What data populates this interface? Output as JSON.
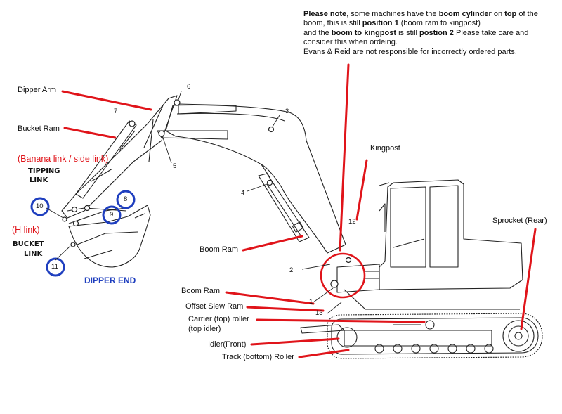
{
  "note": {
    "l1a": "Please note",
    "l1b": ", some machines have the ",
    "l1c": "boom cylinder",
    "l1d": " on ",
    "l1e": "top",
    "l1f": " of the",
    "l2a": "boom, this is still ",
    "l2b": "position 1",
    "l2c": " (boom ram to kingpost)",
    "l3a": "and the ",
    "l3b": "boom to kingpost",
    "l3c": " is still ",
    "l3d": "postion 2",
    "l3e": " Please take care and",
    "l4": "consider this when ordeing.",
    "l5": "Evans & Reid are not responsible for incorrectly ordered parts."
  },
  "labels": {
    "dipper_arm": "Dipper Arm",
    "bucket_ram": "Bucket Ram",
    "banana_link": "(Banana link / side link)",
    "tipping_link_1": "TIPPING",
    "tipping_link_2": "LINK",
    "h_link": "(H link)",
    "bucket_link_1": "BUCKET",
    "bucket_link_2": "LINK",
    "dipper_end": "DIPPER END",
    "kingpost": "Kingpost",
    "boom_ram_upper": "Boom Ram",
    "boom_ram_lower": "Boom Ram",
    "offset_slew_ram": "Offset Slew Ram",
    "carrier_roller_1": "Carrier (top) roller",
    "carrier_roller_2": "(top idler)",
    "idler_front": "Idler(Front)",
    "track_roller": "Track (bottom) Roller",
    "sprocket": "Sprocket (Rear)"
  },
  "numbers": {
    "n1": "1",
    "n2": "2",
    "n3": "3",
    "n4": "4",
    "n5": "5",
    "n6": "6",
    "n7": "7",
    "n8": "8",
    "n9": "9",
    "n10": "10",
    "n11": "11",
    "n12": "12",
    "n13": "13"
  },
  "colors": {
    "callout": "#e0141a",
    "circle": "#1f3fbf",
    "line": "#222222"
  }
}
